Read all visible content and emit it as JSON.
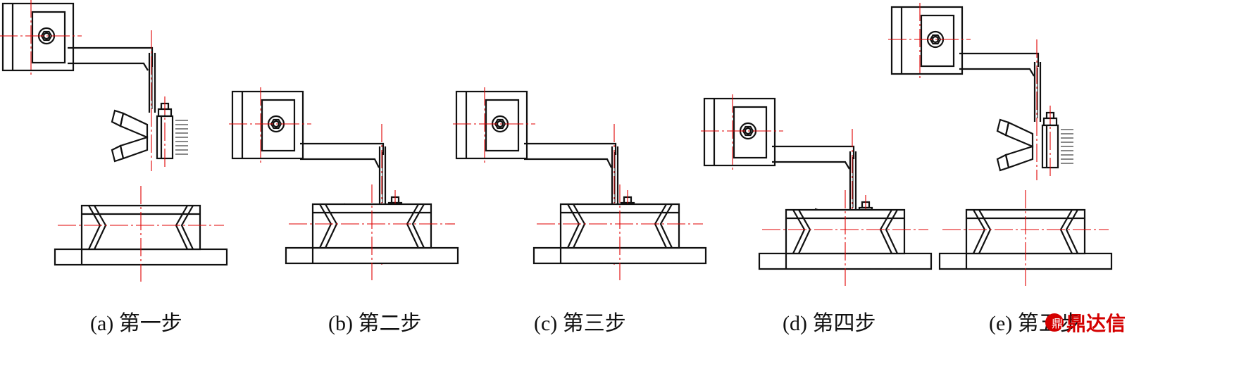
{
  "captions": {
    "a": "(a) 第一步",
    "b": "(b) 第二步",
    "c": "(c) 第三步",
    "d": "(d) 第四步",
    "e": "(e) 第五步"
  },
  "watermark": {
    "text": "鼎达信"
  },
  "colors": {
    "ink": "#111111",
    "centerline": "#e00000",
    "watermark": "#d40000"
  }
}
